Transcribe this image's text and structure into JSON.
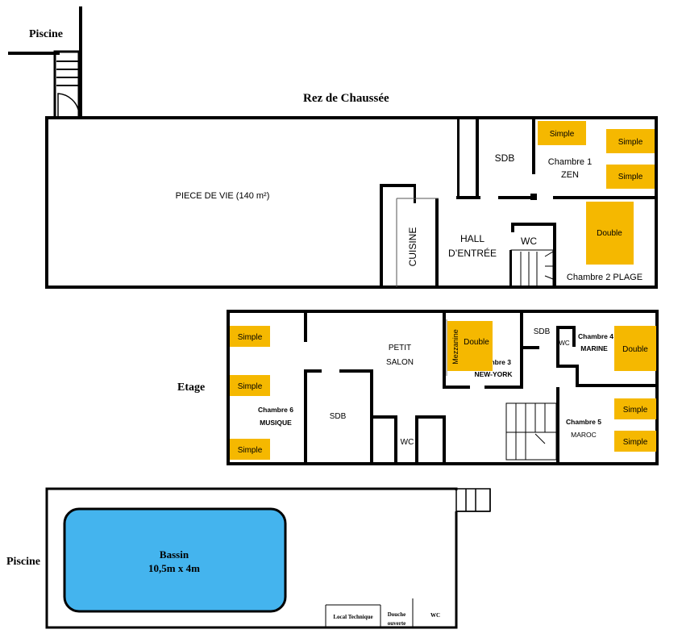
{
  "colors": {
    "wall": "#000000",
    "bed": "#f5b800",
    "pool": "#44b4ee",
    "background": "#ffffff"
  },
  "labels": {
    "piscine_top": "Piscine",
    "rdc": "Rez de Chaussée",
    "etage": "Etage",
    "piscine_bottom": "Piscine"
  },
  "ground_floor": {
    "piece_de_vie": "PIECE DE VIE (140 m²)",
    "cuisine": "CUISINE",
    "hall_line1": "HALL",
    "hall_line2": "D’ENTRÉE",
    "wc": "WC",
    "sdb": "SDB",
    "chambre1_line1": "Chambre 1",
    "chambre1_line2": "ZEN",
    "chambre2": "Chambre 2 PLAGE",
    "beds": {
      "simple": "Simple",
      "double": "Double"
    }
  },
  "upper_floor": {
    "petit_salon_line1": "PETIT",
    "petit_salon_line2": "SALON",
    "sdb_top": "SDB",
    "sdb_left": "SDB",
    "wc_small": "WC",
    "wc_bottom": "WC",
    "mezzanine": "Mezzanine",
    "chambre3_line1": "Chambre 3",
    "chambre3_line2": "NEW-YORK",
    "chambre4_line1": "Chambre 4",
    "chambre4_line2": "MARINE",
    "chambre5_line1": "Chambre 5",
    "chambre5_line2": "MAROC",
    "chambre6_line1": "Chambre 6",
    "chambre6_line2": "MUSIQUE",
    "beds": {
      "simple": "Simple",
      "double": "Double"
    }
  },
  "pool_area": {
    "bassin": "Bassin",
    "dimensions": "10,5m x 4m",
    "local_technique": "Local Technique",
    "douche_line1": "Douche",
    "douche_line2": "ouverte",
    "wc": "WC"
  }
}
